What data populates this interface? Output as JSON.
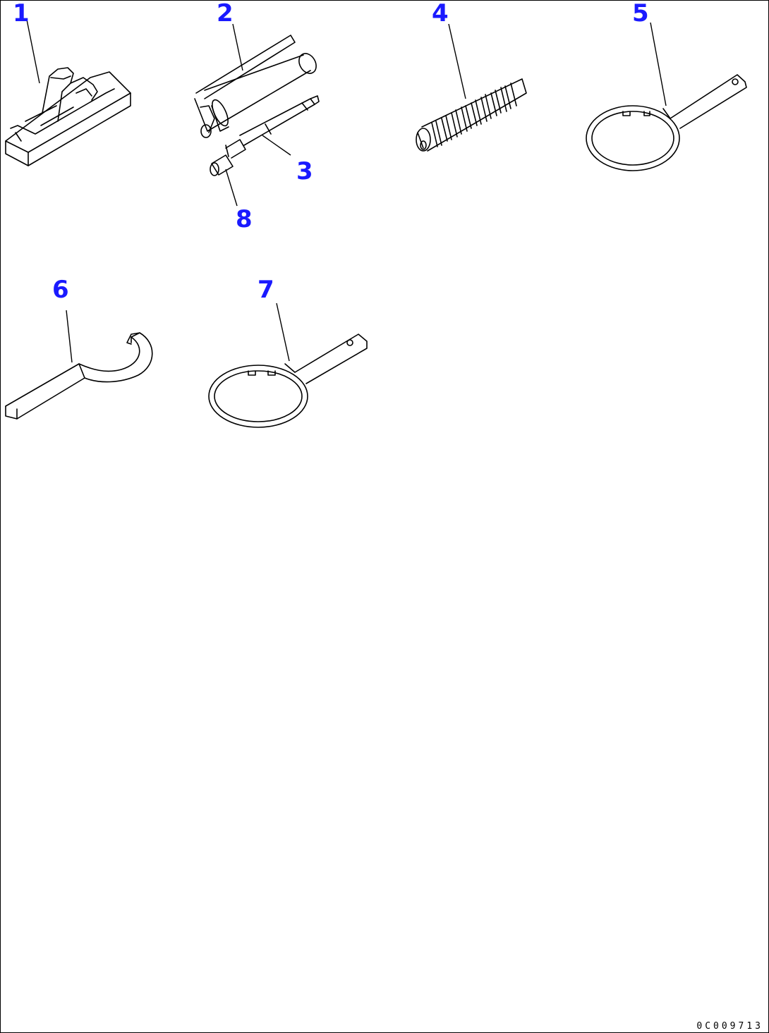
{
  "callouts": [
    {
      "id": "1",
      "label": "1"
    },
    {
      "id": "2",
      "label": "2"
    },
    {
      "id": "3",
      "label": "3"
    },
    {
      "id": "4",
      "label": "4"
    },
    {
      "id": "5",
      "label": "5"
    },
    {
      "id": "6",
      "label": "6"
    },
    {
      "id": "7",
      "label": "7"
    },
    {
      "id": "8",
      "label": "8"
    }
  ],
  "drawing_code": "0C009713",
  "colors": {
    "callout": "#1a1aff",
    "line": "#000000",
    "background": "#ffffff"
  }
}
